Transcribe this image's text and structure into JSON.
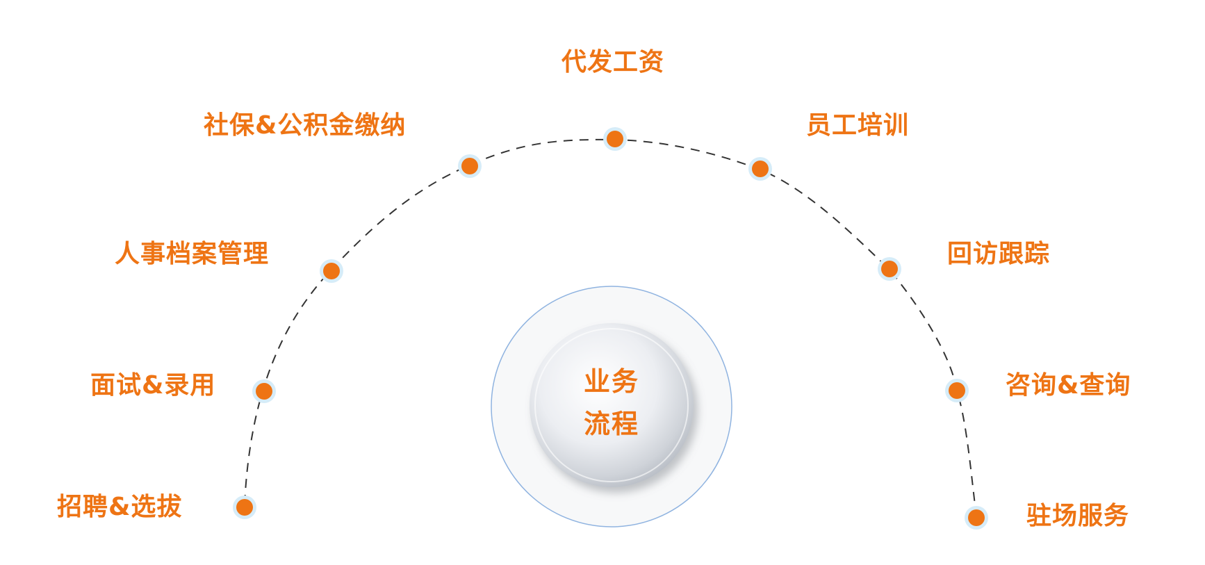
{
  "center": {
    "line1": "业务",
    "line2": "流程"
  },
  "steps": [
    {
      "label": "招聘&选拔"
    },
    {
      "label": "面试&录用"
    },
    {
      "label": "人事档案管理"
    },
    {
      "label": "社保&公积金缴纳"
    },
    {
      "label": "代发工资"
    },
    {
      "label": "员工培训"
    },
    {
      "label": "回访跟踪"
    },
    {
      "label": "咨询&查询"
    },
    {
      "label": "驻场服务"
    }
  ],
  "colors": {
    "accent": "#ee7414",
    "halo": "#d6ecf8",
    "ring": "#8fb3e0",
    "dash": "#333333"
  }
}
